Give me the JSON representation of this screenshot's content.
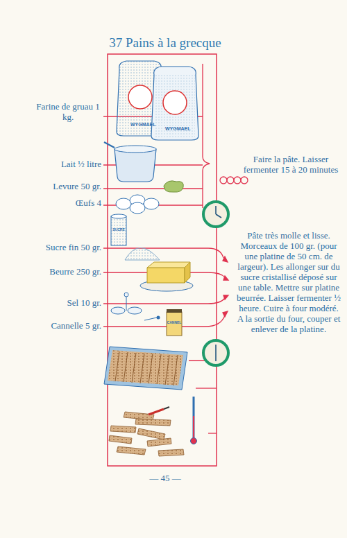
{
  "diagram": {
    "title": "37 Pains à la grecque",
    "labels": [
      "Farine de gruau 1 kg.",
      "Lait ½ litre",
      "Levure 50 gr.",
      "Œufs 4",
      "Sucre fin 50 gr.",
      "Beurre 250 gr.",
      "Sel 10 gr.",
      "Cannelle 5 gr.",
      "Faire la pâte. Laisser fermenter 15 à 20 minutes",
      "Pâte très molle et lisse. Morceaux de 100 gr. (pour une platine de 50 cm. de largeur). Les allonger sur du sucre cristallisé déposé sur une table. Mettre sur platine beurrée. Laisser fermenter ½ heure. Cuire à four modéré. A la sortie du four, couper et enlever de la platine.",
      "WYGMAEL",
      "WYGMAEL",
      "SUCRE",
      "CANNEL",
      "— 45 —"
    ]
  }
}
